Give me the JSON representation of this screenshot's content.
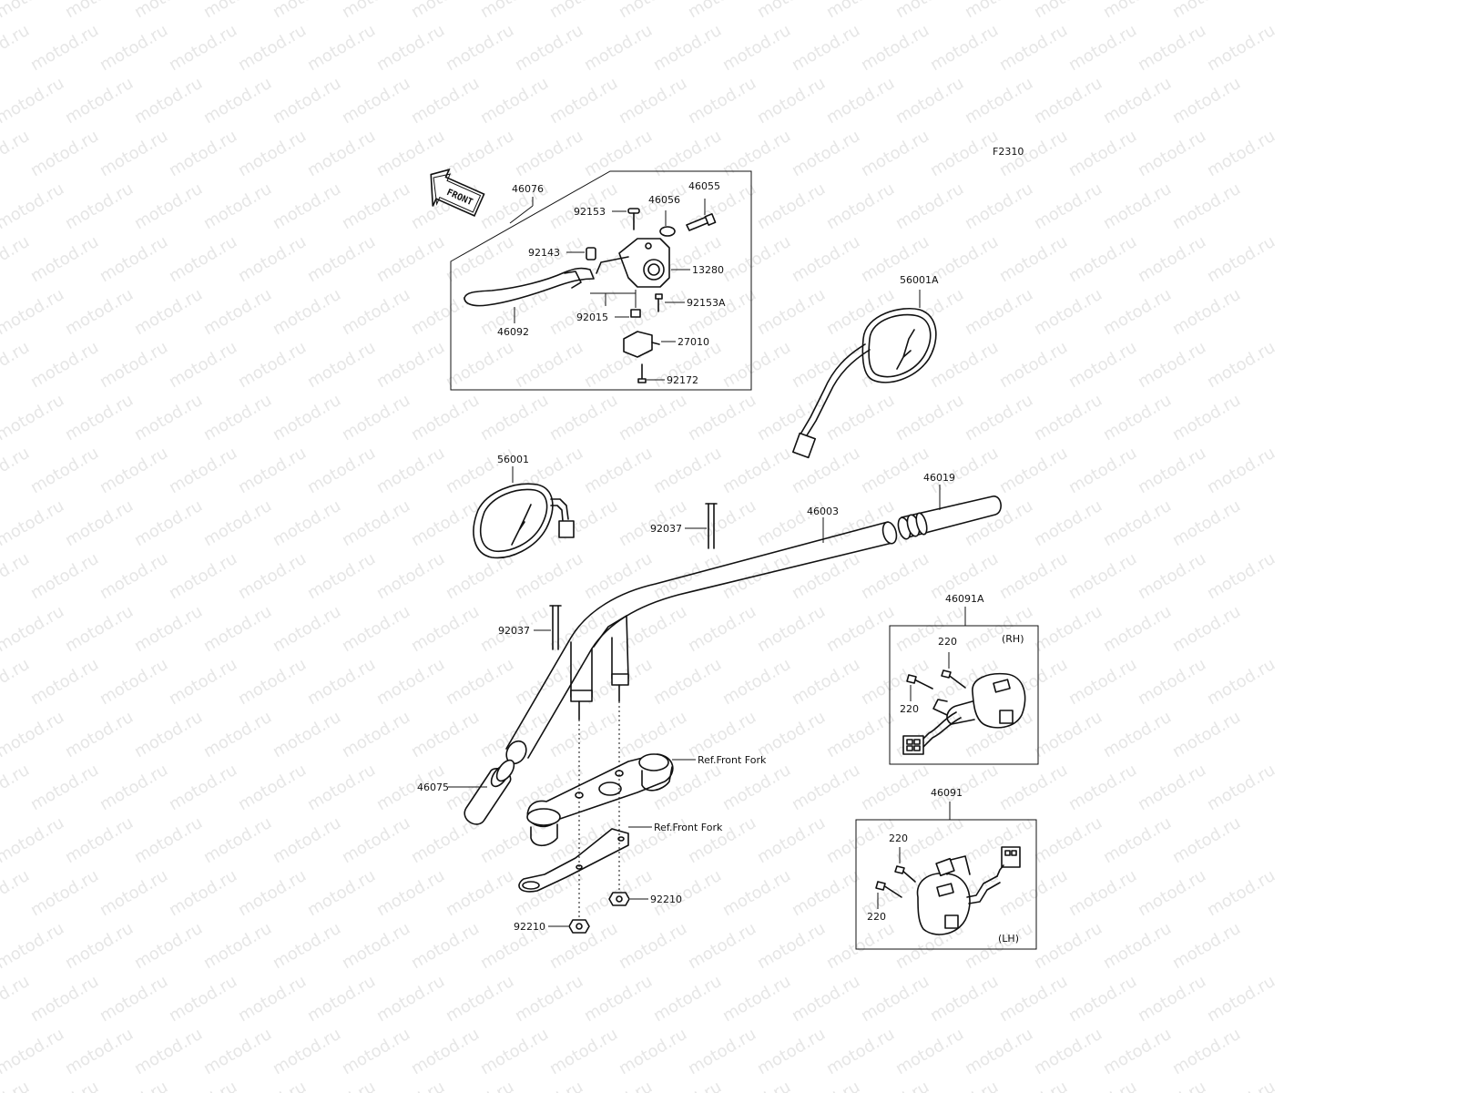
{
  "figure_code": "F2310",
  "front_arrow_label": "FRONT",
  "watermark": "motod.ru",
  "callouts": {
    "p46076": "46076",
    "p46055": "46055",
    "p46056": "46056",
    "p92153": "92153",
    "p92143": "92143",
    "p13280": "13280",
    "p92153a": "92153A",
    "p46092": "46092",
    "p92015": "92015",
    "p27010": "27010",
    "p92172": "92172",
    "p56001a": "56001A",
    "p56001": "56001",
    "p46019": "46019",
    "p46003": "46003",
    "p92037_top": "92037",
    "p92037_left": "92037",
    "p46091a": "46091A",
    "p220_rh1": "220",
    "p220_rh2": "220",
    "rh_tag": "(RH)",
    "p46075": "46075",
    "ref_fork_1": "Ref.Front Fork",
    "ref_fork_2": "Ref.Front Fork",
    "p92210_right": "92210",
    "p92210_left": "92210",
    "p46091": "46091",
    "p220_lh1": "220",
    "p220_lh2": "220",
    "lh_tag": "(LH)"
  }
}
